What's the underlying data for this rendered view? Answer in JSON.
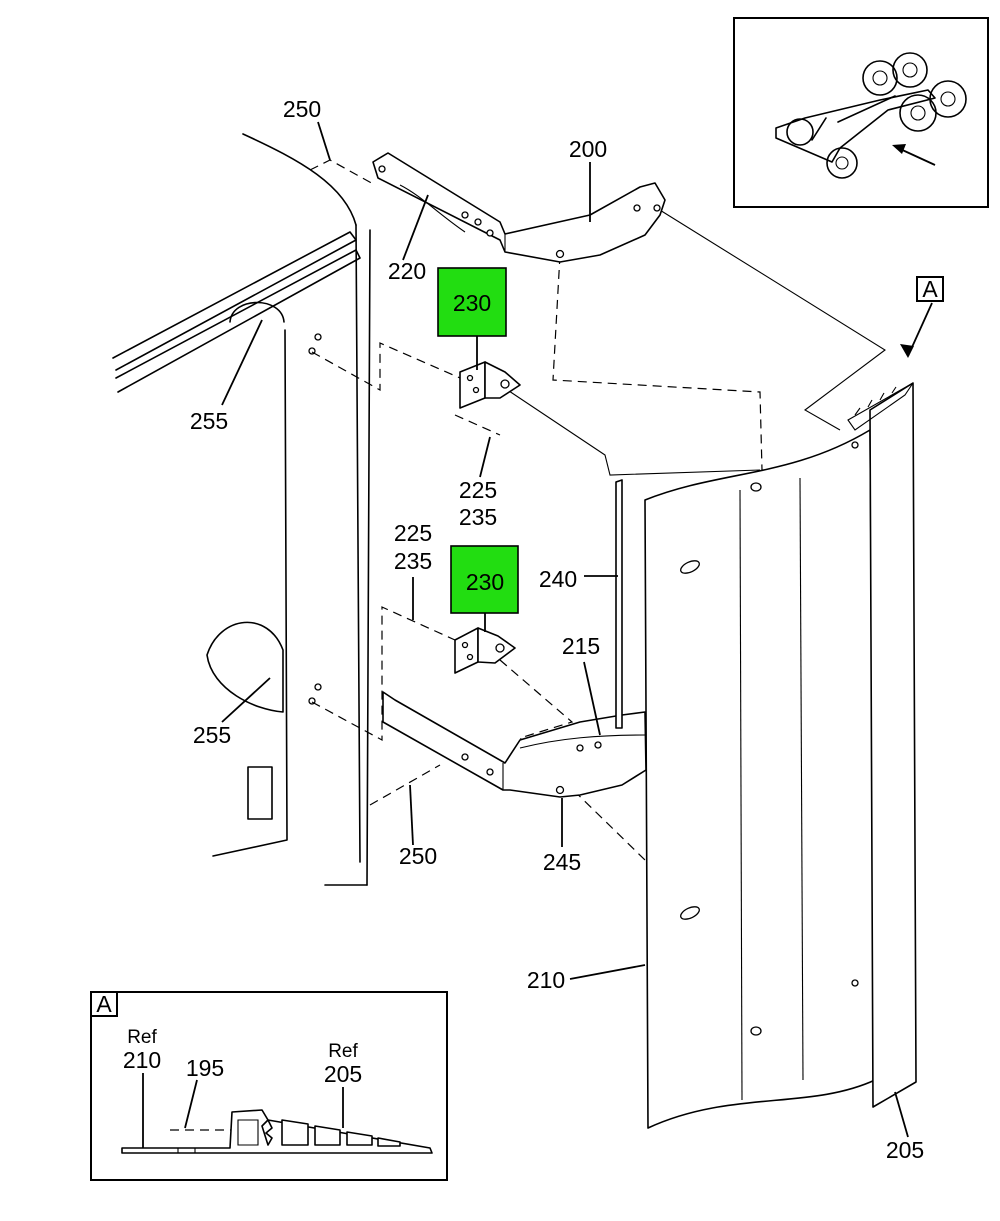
{
  "callouts": {
    "c250_top": "250",
    "c200": "200",
    "c220": "220",
    "c230_a": "230",
    "c255_top": "255",
    "c225_a": "225",
    "c235_a": "235",
    "c225_b": "225",
    "c235_b": "235",
    "c230_b": "230",
    "c240": "240",
    "c215": "215",
    "c255_bot": "255",
    "c250_bot": "250",
    "c245": "245",
    "c210": "210",
    "c205": "205"
  },
  "view_marker": "A",
  "inset_detail": {
    "marker": "A",
    "ref_210_word": "Ref",
    "ref_210_num": "210",
    "c195": "195",
    "ref_205_word": "Ref",
    "ref_205_num": "205"
  },
  "colors": {
    "highlight": "#22dd11"
  }
}
